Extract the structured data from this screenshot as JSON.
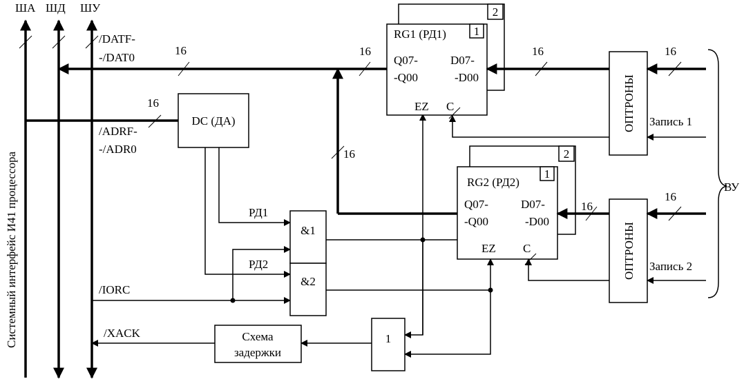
{
  "buses": {
    "sha": "ША",
    "shd": "ШД",
    "shu": "ШУ",
    "vertical_label": "Системный интерфейс И41 процессора"
  },
  "signals": {
    "datf": "/DATF-",
    "dat0": "-/DAT0",
    "adrf": "/ADRF-",
    "adr0": "-/ADR0",
    "iorc": "/IORC",
    "xack": "/XACK",
    "rd1": "РД1",
    "rd2": "РД2",
    "write1": "Запись 1",
    "write2": "Запись 2",
    "vu": "ВУ"
  },
  "bus_widths": {
    "dat_bus": "16",
    "rg1_out": "16",
    "rg1_in": "16",
    "opt1_in": "16",
    "adr_bus": "16",
    "vertical": "16",
    "rg2_in": "16",
    "opt2_in": "16"
  },
  "blocks": {
    "dc": "DC (ДА)",
    "rg1": {
      "title": "RG1 (РД1)",
      "num_front": "1",
      "num_back": "2",
      "q_top": "Q07-",
      "q_bot": "-Q00",
      "d_top": "D07-",
      "d_bot": "-D00",
      "ez": "EZ",
      "c": "C"
    },
    "rg2": {
      "title": "RG2 (РД2)",
      "num_front": "1",
      "num_back": "2",
      "q_top": "Q07-",
      "q_bot": "-Q00",
      "d_top": "D07-",
      "d_bot": "-D00",
      "ez": "EZ",
      "c": "C"
    },
    "and1": "&1",
    "and2": "&2",
    "or": "1",
    "delay_line1": "Схема",
    "delay_line2": "задержки",
    "opto1": "ОПТРОНЫ",
    "opto2": "ОПТРОНЫ"
  }
}
